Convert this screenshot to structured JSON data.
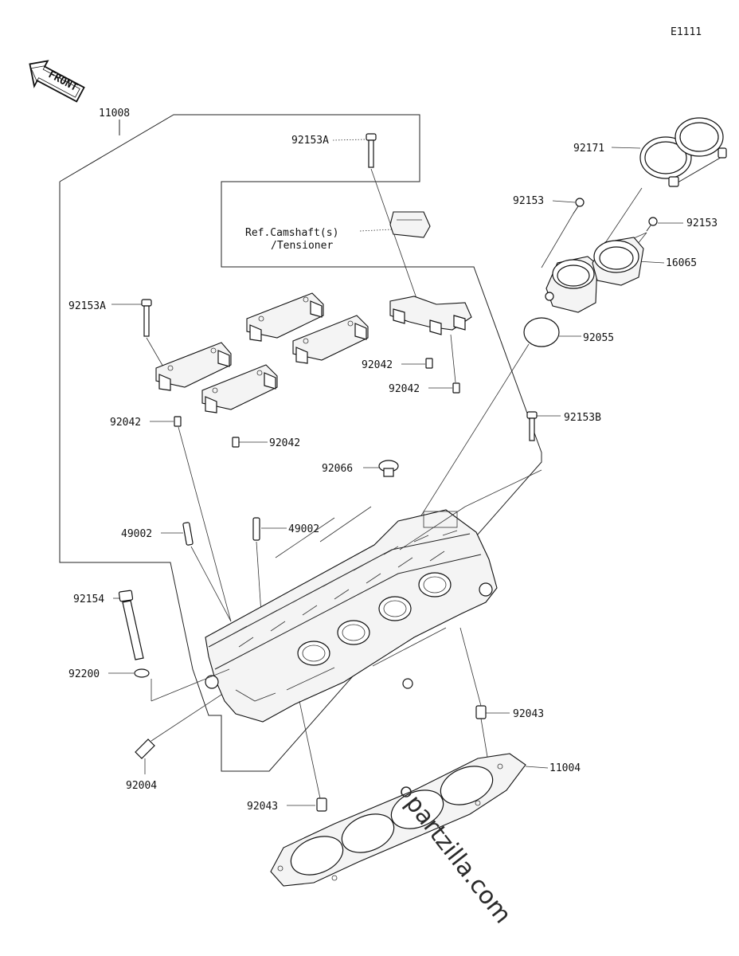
{
  "diagram_code": "E1111",
  "front_label": "FRONT",
  "ref_text": {
    "line1": "Ref.Camshaft(s)",
    "line2": "/Tensioner"
  },
  "watermark": "partzilla.com",
  "parts": {
    "p11008": "11008",
    "p92153A_top": "92153A",
    "p92171": "92171",
    "p92153_a": "92153",
    "p92153_b": "92153",
    "p16065": "16065",
    "p92153A_left": "92153A",
    "p92055": "92055",
    "p92042_a": "92042",
    "p92042_b": "92042",
    "p92042_c": "92042",
    "p92042_d": "92042",
    "p92153B": "92153B",
    "p92066": "92066",
    "p49002_a": "49002",
    "p49002_b": "49002",
    "p92154": "92154",
    "p92200": "92200",
    "p92043_a": "92043",
    "p92004": "92004",
    "p11004": "11004",
    "p92043_b": "92043"
  }
}
